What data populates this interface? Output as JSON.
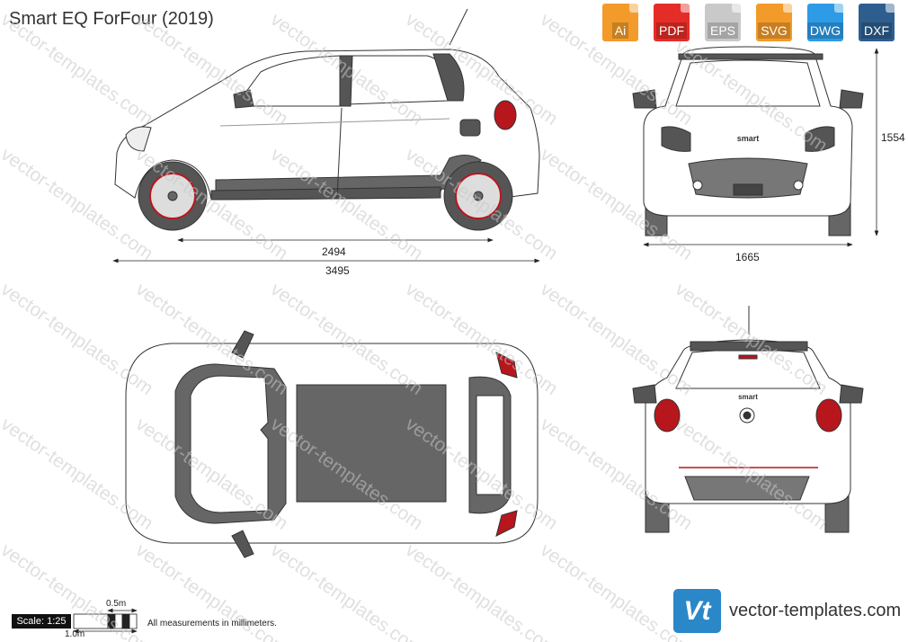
{
  "title": "Smart EQ ForFour (2019)",
  "formats": [
    {
      "label": "Ai",
      "color": "#f39b2a"
    },
    {
      "label": "PDF",
      "color": "#e52d27"
    },
    {
      "label": "EPS",
      "color": "#c9c9c9"
    },
    {
      "label": "SVG",
      "color": "#f39b2a"
    },
    {
      "label": "DWG",
      "color": "#2e9be6"
    },
    {
      "label": "DXF",
      "color": "#2e5e8e"
    }
  ],
  "dimensions": {
    "wheelbase": "2494",
    "length": "3495",
    "width": "1665",
    "height": "1554"
  },
  "scale": {
    "label": "Scale: 1:25",
    "half_meter": "0.5m",
    "one_meter": "1.0m"
  },
  "note": "All measurements in millimeters.",
  "brand": {
    "logo_text": "Vt",
    "url": "vector-templates.com"
  },
  "badges": {
    "front": "smart",
    "rear": "smart"
  },
  "watermark": "vector-templates.com",
  "colors": {
    "dark_gray": "#666666",
    "red_light": "#b8161d"
  }
}
